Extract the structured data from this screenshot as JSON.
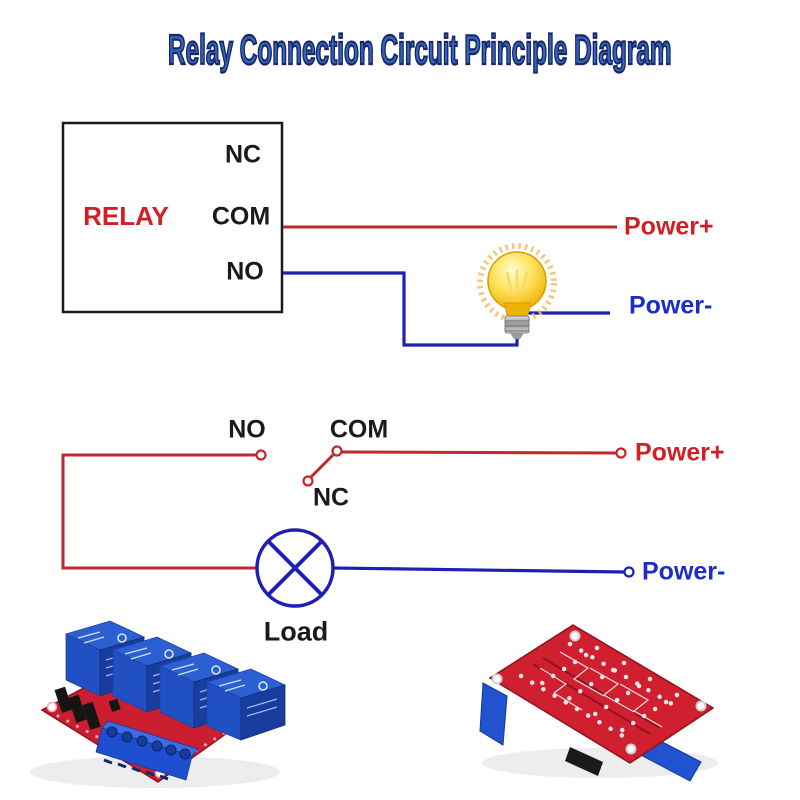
{
  "title": "Relay Connection Circuit Principle Diagram",
  "colors": {
    "title_blue": "#3765b5",
    "title_outline": "#15266b",
    "wire_red": "#c1272d",
    "wire_blue": "#1f1fb4",
    "label_red": "#d21f26",
    "label_blue": "#1b2cc8",
    "label_black": "#1a1a1a",
    "pcb_red": "#cb1f31",
    "relay_blue": "#2b5fd2"
  },
  "top_circuit": {
    "box_label": "RELAY",
    "nc": "NC",
    "com": "COM",
    "no": "NO",
    "power_plus": "Power+",
    "power_minus": "Power-",
    "bulb_icon": "light-bulb-icon"
  },
  "middle_circuit": {
    "no": "NO",
    "com": "COM",
    "nc": "NC",
    "load": "Load",
    "power_plus": "Power+",
    "power_minus": "Power-"
  },
  "photos": {
    "left": "4-channel-relay-module-front",
    "right": "relay-module-pcb-back"
  }
}
